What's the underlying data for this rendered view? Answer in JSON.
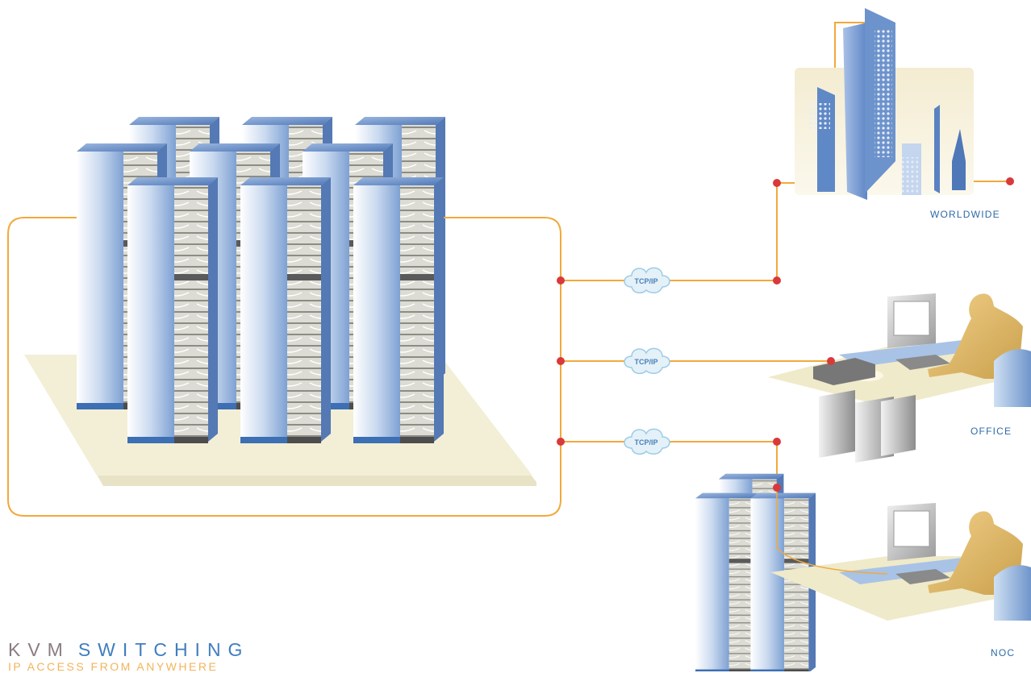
{
  "diagram": {
    "title_part1": "KVM",
    "title_part2": "SWITCHING",
    "subtitle": "IP ACCESS FROM ANYWHERE",
    "network_labels": [
      "TCP/IP",
      "TCP/IP",
      "TCP/IP"
    ],
    "sites": {
      "worldwide": "WORLDWIDE",
      "office": "OFFICE",
      "noc": "NOC"
    },
    "colors": {
      "connector_line": "#f2a93b",
      "connection_node": "#d9393a",
      "rack_blue": "#5b86c4",
      "rack_unit": "#d8d8d0",
      "floor_tile": "#f3efd6",
      "label_blue": "#2f6aa8",
      "cloud": "#e4f1f9"
    }
  }
}
